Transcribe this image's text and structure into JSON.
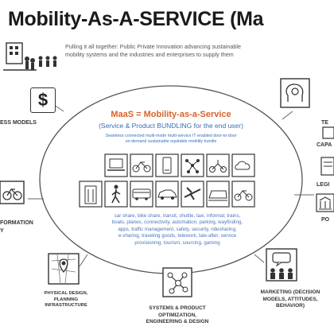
{
  "header": {
    "title": "Mobility-As-A-SERVICE (Ma",
    "subtitle_lines": [
      "Pulling it all together: Public Private Innovation advancing sustainable",
      "mobility systems and the industries and enterprises to supply them"
    ]
  },
  "center": {
    "title": "MaaS = Mobility-as-a-Service",
    "subtitle": "(Service & Product BUNDLING for the end user)",
    "description_lines": [
      "Seamless connected multi-mode multi-service IT enabled door-to-door",
      "on-demand sustainable equitable mobility bundle"
    ],
    "keyword_lines": [
      "car share, bike share, transit, shuttle, taxi, informal, trains,",
      "boats, planes, connectivity, automation, parking, wayfinding,",
      "apps, traffic management, safety, security, ridesharing,",
      "e-sharing, traveling goods, telework, late-after, service",
      "provisioning, tourism, sourcing, gaming"
    ]
  },
  "categories": {
    "business_models": "ESS MODELS",
    "information": "FORMATION",
    "information_2": "Y",
    "physical_design": [
      "PHYSICAL DESIGN,",
      "PLANNING",
      "INFRASTRUCTURE"
    ],
    "systems": [
      "SYSTEMS & PRODUCT",
      "OPTIMIZATION,",
      "ENGINEERING & DESIGN"
    ],
    "marketing": [
      "MARKETING (DECISION",
      "MODELS, ATTITUDES,",
      "BEHAVIOR)"
    ],
    "tech": [
      "TE",
      "CAPA"
    ],
    "legal": "LEGI",
    "policy": "PO"
  },
  "icons": {
    "dollar_symbol": "$"
  }
}
